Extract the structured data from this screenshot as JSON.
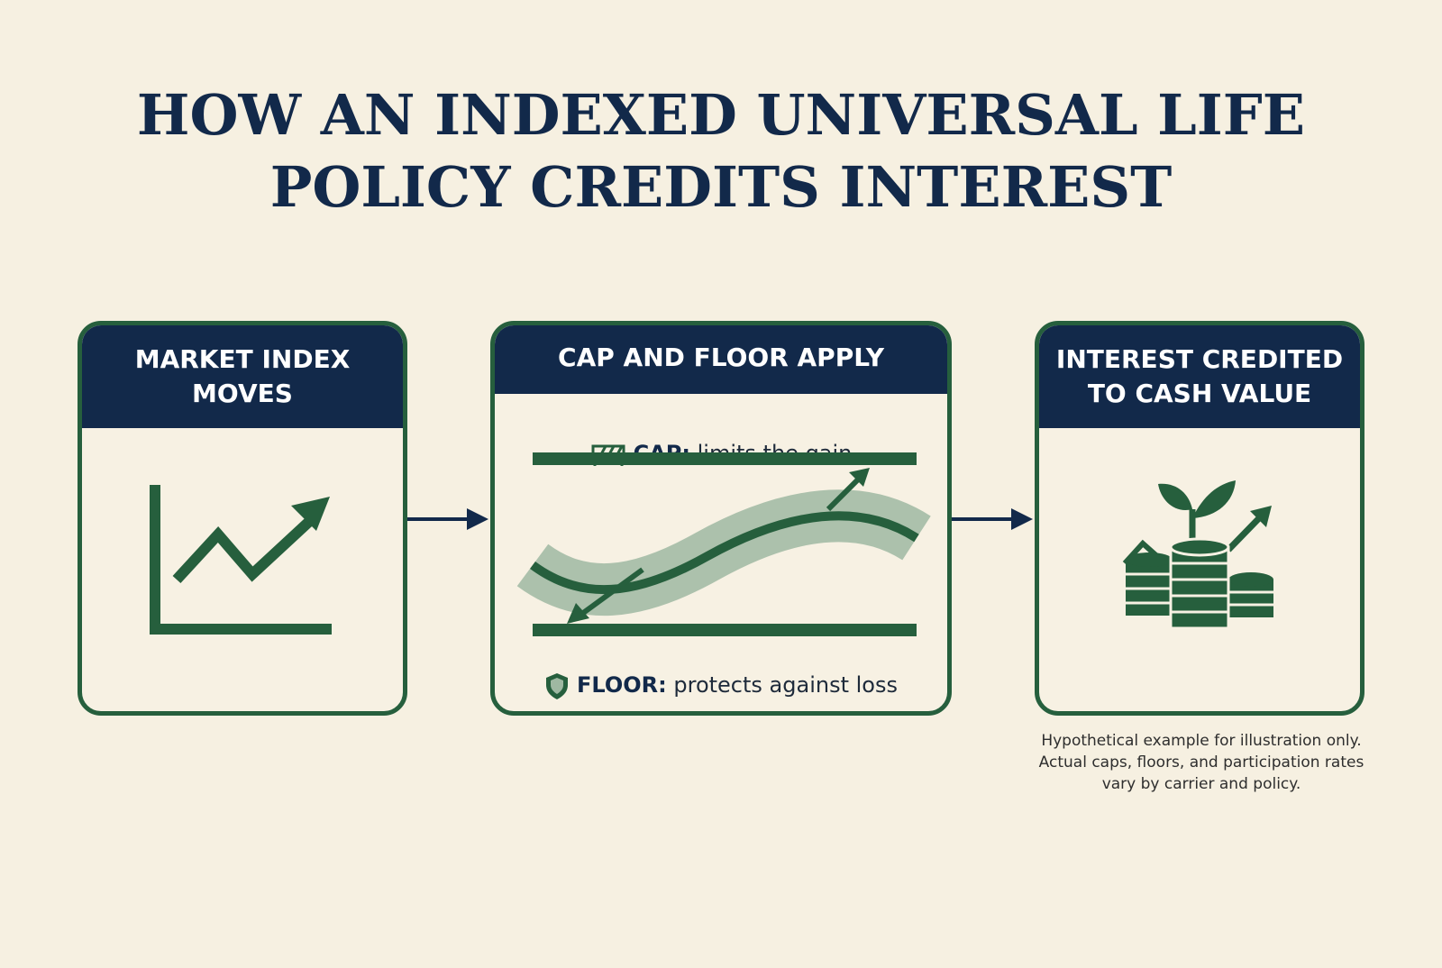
{
  "title": {
    "line1": "HOW AN INDEXED UNIVERSAL LIFE",
    "line2": "POLICY CREDITS INTEREST"
  },
  "steps": [
    {
      "line1": "MARKET INDEX",
      "line2": "MOVES",
      "icon": "line-chart-up-icon"
    },
    {
      "line1": "CAP AND FLOOR APPLY",
      "icon": "cap-floor-band-icon"
    },
    {
      "line1": "INTEREST CREDITED",
      "line2": "TO CASH VALUE",
      "icon": "coins-plant-growth-icon"
    }
  ],
  "cap": {
    "keyword": "CAP:",
    "text": "limits the gain",
    "icon": "barrier-icon"
  },
  "floor": {
    "keyword": "FLOOR:",
    "text": "protects against loss",
    "icon": "shield-icon"
  },
  "disclaimer": {
    "line1": "Hypothetical example for illustration only.",
    "line2": "Actual caps, floors, and participation rates",
    "line3": "vary by carrier and policy."
  },
  "colors": {
    "background": "#f6f0e1",
    "navy": "#12294a",
    "green": "#265f3d",
    "band": "#9fb8a2"
  }
}
